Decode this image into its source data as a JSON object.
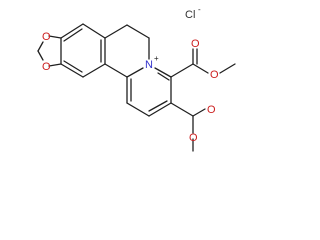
{
  "atoms": {
    "o_upper": "O",
    "o_lower": "O",
    "n_ring": "N",
    "charge_plus": "+",
    "chloride": "Cl",
    "charge_minus": "-",
    "ester1_o_carbonyl": "O",
    "ester1_o_ether": "O",
    "ester2_o_carbonyl": "O",
    "ester2_o_ether": "O"
  },
  "colors": {
    "bond": "#202020",
    "nitrogen": "#3333cc",
    "oxygen": "#cc2222"
  }
}
